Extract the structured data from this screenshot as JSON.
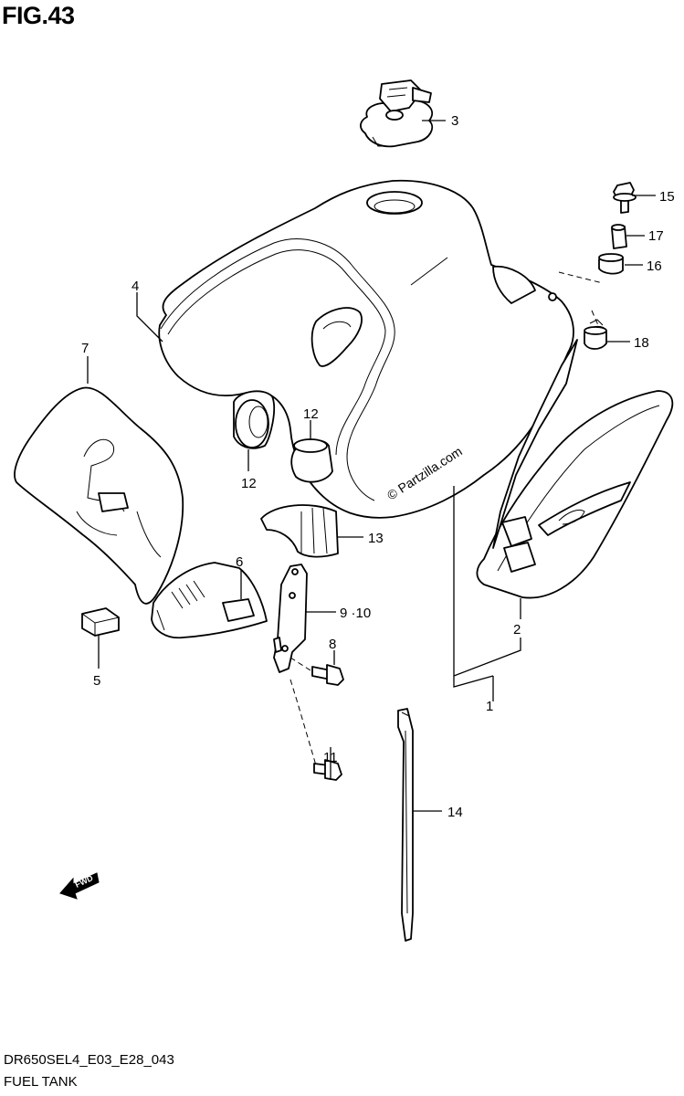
{
  "figure": {
    "title": "FIG.43",
    "code": "DR650SEL4_E03_E28_043",
    "name": "FUEL TANK"
  },
  "watermark": "© Partzilla.com",
  "fwd_label": "FWD",
  "callouts": {
    "p1": "1",
    "p2": "2",
    "p3": "3",
    "p4": "4",
    "p5": "5",
    "p6": "6",
    "p7": "7",
    "p8": "8",
    "p9_10": "9 ·10",
    "p11": "11",
    "p12a": "12",
    "p12b": "12",
    "p13": "13",
    "p14": "14",
    "p15": "15",
    "p16": "16",
    "p17": "17",
    "p18": "18"
  }
}
